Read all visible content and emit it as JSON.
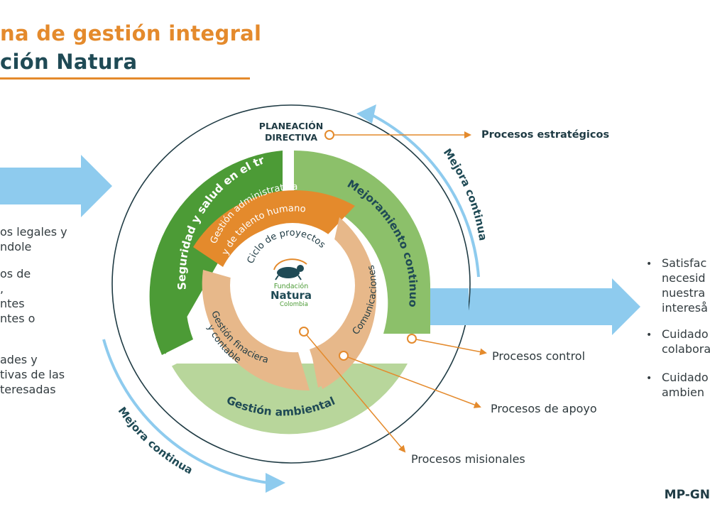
{
  "header": {
    "title_line1": "na de gestión integral",
    "title_line2": "ción Natura"
  },
  "left_panel": {
    "group1": "os legales y\nndole",
    "group2": "os de\n,\nntes\nntes o",
    "group3": "ades y\ntivas de las\nteresadas"
  },
  "right_panel": {
    "item1": "Satisfac\nnecesid\nnuestra\nintereså",
    "item2": "Cuidado\ncolabora",
    "item3": "Cuidado\nambien",
    "bullet": "•"
  },
  "diagram": {
    "planeacion": "PLANEACIÓN\nDIRECTIVA",
    "ring_sst": "Seguridad y salud en el trabajo",
    "ring_mejoramiento": "Mejoramiento continuo",
    "ring_ambiental": "Gestión ambiental",
    "seg_admin_1": "Gestión administrativa",
    "seg_admin_2": "y de talento humano",
    "seg_finan_1": "Gestión finaciera",
    "seg_finan_2": "y contable",
    "seg_comunicaciones": "Comunicaciones",
    "center_cycle": "Ciclo de proyectos",
    "logo_line1": "Fundación",
    "logo_line2": "Natura",
    "logo_line3": "Colombia",
    "mejora_top": "Mejora continua",
    "mejora_bottom": "Mejora continua"
  },
  "callouts": {
    "estrategicos": "Procesos estratégicos",
    "control": "Procesos control",
    "apoyo": "Procesos de apoyo",
    "misionales": "Procesos misionales"
  },
  "footer": {
    "code": "MP-GN"
  },
  "colors": {
    "orange": "#e48a2c",
    "dark_teal": "#1f4a55",
    "green_dark": "#4c9b36",
    "green_light": "#8cc06a",
    "green_pale": "#b8d69b",
    "peach": "#e7b88a",
    "light_blue": "#8ecbee"
  }
}
